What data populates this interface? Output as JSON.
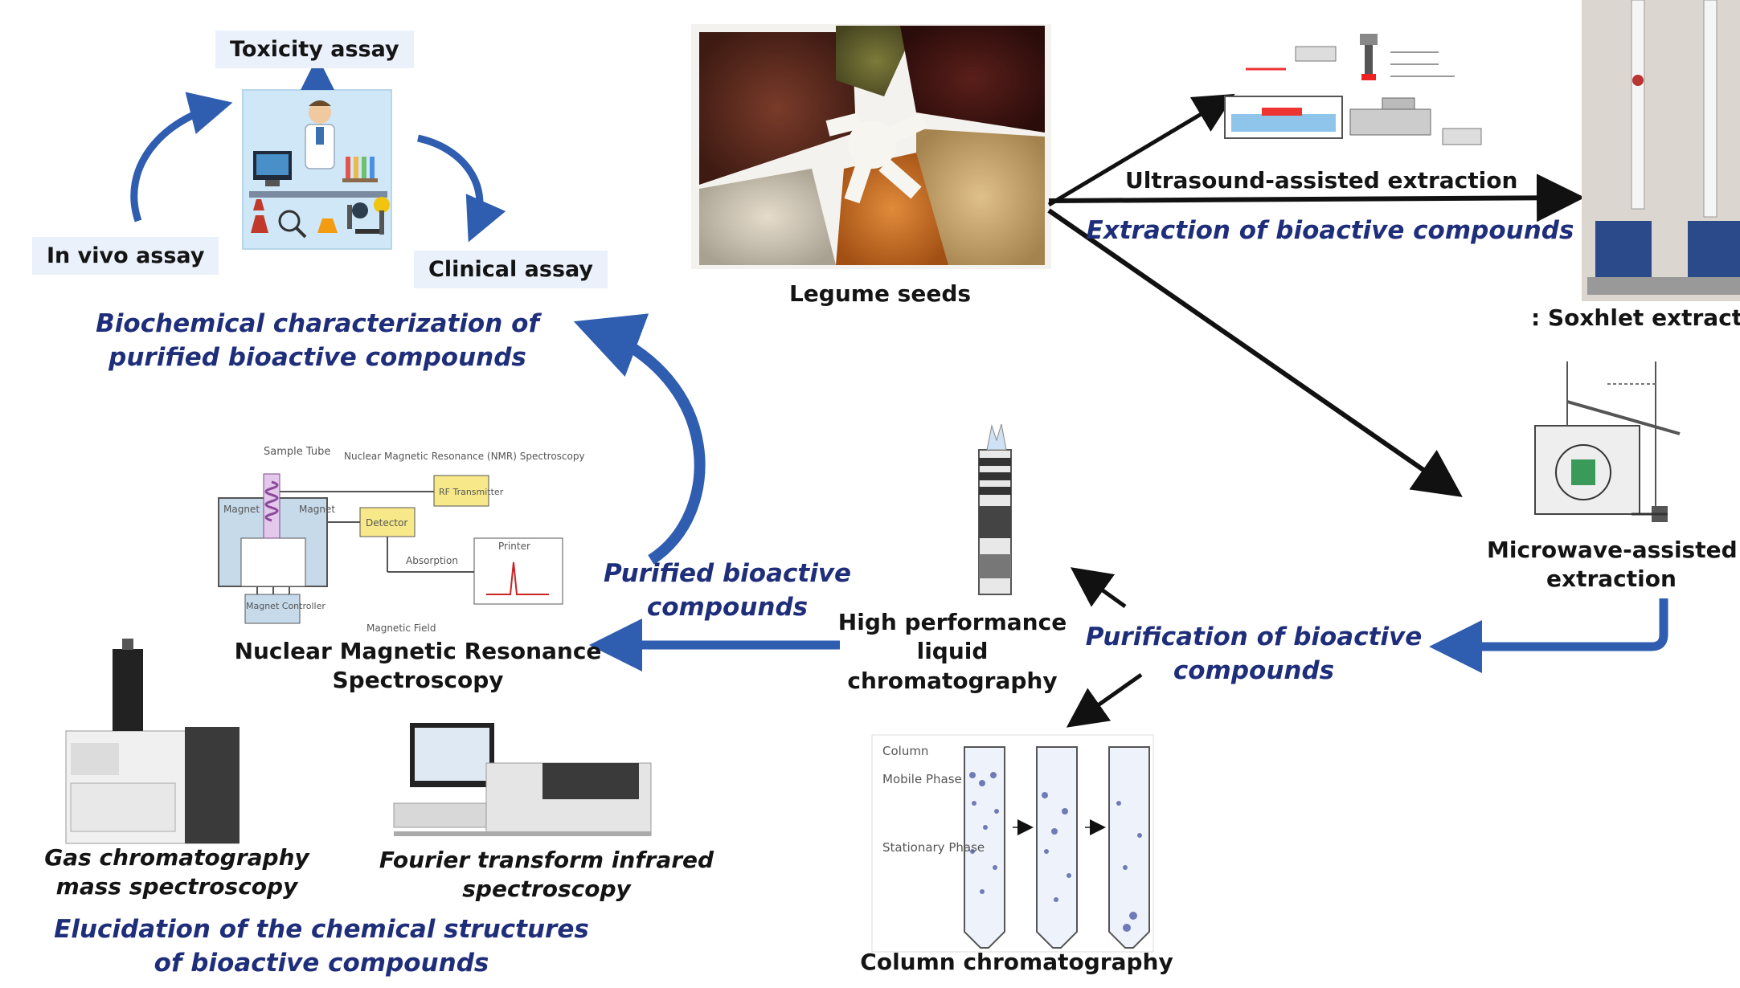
{
  "assays": {
    "toxicity": "Toxicity assay",
    "in_vivo": "In vivo assay",
    "clinical": "Clinical assay"
  },
  "sections": {
    "biochemical_line1": "Biochemical characterization of",
    "biochemical_line2": "purified bioactive compounds",
    "extraction": "Extraction of bioactive compounds",
    "purified_line1": "Purified bioactive",
    "purified_line2": "compounds",
    "purification_line1": "Purification  of bioactive",
    "purification_line2": "compounds",
    "elucidation_line1": "Elucidation of the chemical structures",
    "elucidation_line2": "of  bioactive compounds"
  },
  "labels": {
    "legume_seeds": "Legume seeds",
    "ultrasound": "Ultrasound-assisted extraction",
    "soxhlet": ": Soxhlet extracto",
    "microwave_line1": "Microwave-assisted",
    "microwave_line2": "extraction",
    "hplc_line1": "High performance",
    "hplc_line2": "liquid",
    "hplc_line3": "chromatography",
    "nmr_line1": "Nuclear Magnetic Resonance",
    "nmr_line2": "Spectroscopy",
    "gcms_line1": "Gas chromatography",
    "gcms_line2": "mass spectroscopy",
    "ftir_line1": "Fourier transform infrared",
    "ftir_line2": "spectroscopy",
    "column": "Column chromatography"
  },
  "nmr_diagram": {
    "sample_tube": "Sample Tube",
    "title": "Nuclear Magnetic Resonance (NMR) Spectroscopy",
    "magnet_left": "Magnet",
    "magnet_right": "Magnet",
    "rf_transmitter": "RF Transmitter",
    "detector": "Detector",
    "absorption": "Absorption",
    "printer": "Printer",
    "magnet_controller": "Magnet Controller",
    "magnetic_field": "Magnetic Field"
  },
  "column_diagram": {
    "column": "Column",
    "mobile_phase": "Mobile Phase",
    "stationary_phase": "Stationary Phase"
  },
  "colors": {
    "arrow_blue": "#2f5db0",
    "section_text": "#1f2e7a",
    "label_bg": "#eaf1fb"
  }
}
